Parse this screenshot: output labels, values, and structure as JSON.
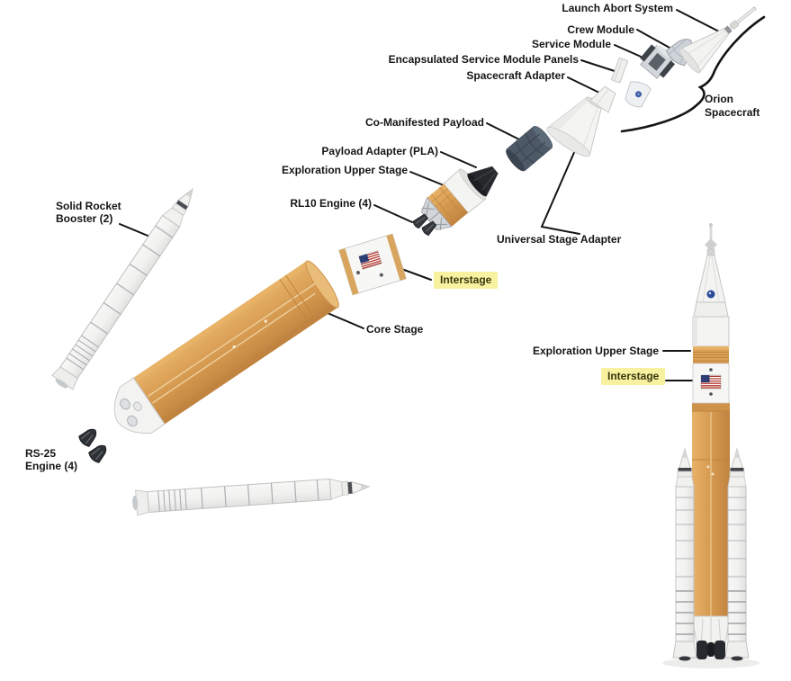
{
  "labels": {
    "launch_abort_system": "Launch Abort System",
    "crew_module": "Crew Module",
    "service_module": "Service Module",
    "encapsulated_service_module_panels": "Encapsulated Service Module Panels",
    "spacecraft_adapter": "Spacecraft Adapter",
    "orion_spacecraft": {
      "line1": "Orion",
      "line2": "Spacecraft"
    },
    "co_manifested_payload": "Co-Manifested Payload",
    "payload_adapter_pla": "Payload Adapter (PLA)",
    "exploration_upper_stage": "Exploration Upper Stage",
    "rl10_engine": "RL10 Engine (4)",
    "universal_stage_adapter": "Universal Stage Adapter",
    "interstage": "Interstage",
    "core_stage": "Core Stage",
    "solid_rocket_booster": {
      "line1": "Solid Rocket",
      "line2": "Booster (2)"
    },
    "rs25_engine": {
      "line1": "RS-25",
      "line2": "Engine (4)"
    },
    "assembled": {
      "exploration_upper_stage": "Exploration Upper Stage",
      "interstage": "Interstage"
    }
  },
  "colors": {
    "background": "#FFFFFF",
    "label_text": "#151515",
    "leader_line": "#141414",
    "highlight_yellow": "#F8F1A0",
    "core_orange": "#D69A50",
    "core_orange_light": "#E7B269",
    "core_orange_dark": "#C08340",
    "booster_white": "#F2F2F0",
    "payload_slate": "#4D5966",
    "pla_black": "#26282C",
    "nasa_blue": "#2B4B9B",
    "flag_blue": "#2C3E74",
    "flag_red": "#B0392F",
    "engine_dark": "#2E3236"
  }
}
